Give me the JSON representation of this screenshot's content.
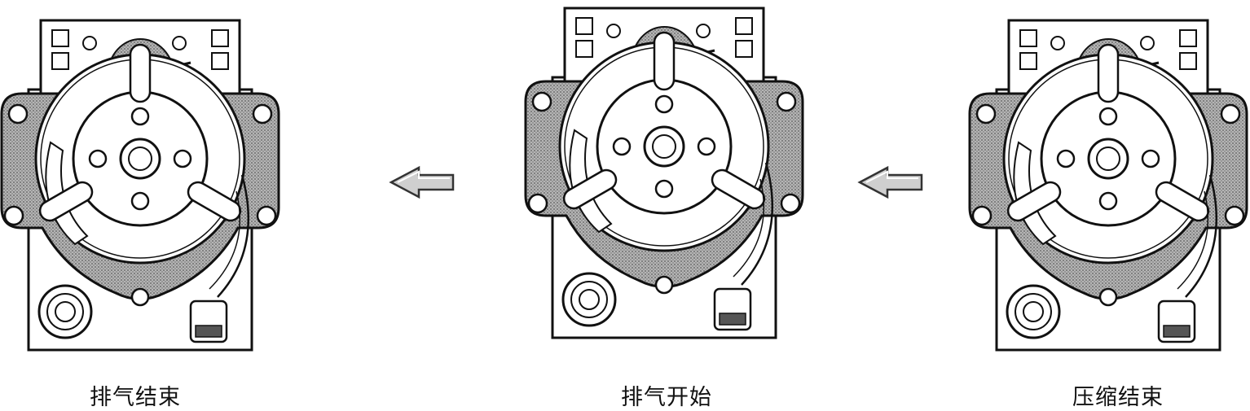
{
  "stages": [
    {
      "caption": "排气结束"
    },
    {
      "caption": "排气开始"
    },
    {
      "caption": "压缩结束"
    }
  ],
  "colors": {
    "line": "#111111",
    "gasket": "#8a8a8a",
    "arrow_fill": "#c9c9c9",
    "background": "#ffffff"
  },
  "icons": {
    "flow_arrow": "arrow-left-icon"
  }
}
